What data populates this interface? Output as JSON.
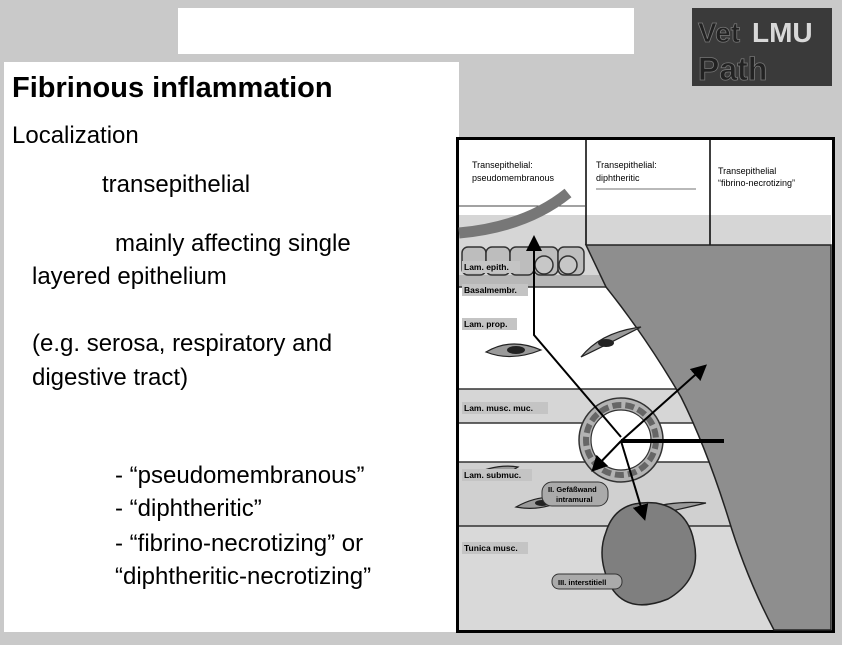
{
  "slide": {
    "title": "Fibrinous inflammation",
    "subtitle": "Localization",
    "line1": "transepithelial",
    "line2a": "mainly affecting single",
    "line2b": "layered epithelium",
    "line3a": "(e.g. serosa, respiratory and",
    "line3b": "digestive tract)",
    "bullets": [
      "- “pseudomembranous”",
      "- “diphtheritic”",
      "- “fibrino-necrotizing” or"
    ],
    "bullet_cont": "“diphtheritic-necrotizing”"
  },
  "logo": {
    "part1": "Vet",
    "part2": "LMU",
    "part3": "Path"
  },
  "diagram": {
    "headers": [
      [
        "Transepithelial:",
        "pseudomembranous"
      ],
      [
        "Transepithelial:",
        "diphtheritic"
      ],
      [
        "Transepithelial",
        "“fibrino-necrotizing”"
      ]
    ],
    "layers": [
      "Lam. epith.",
      "Basalmembr.",
      "Lam. prop.",
      "Lam. musc. muc.",
      "Lam. submuc.",
      "Tunica musc."
    ],
    "vessel_label": [
      "II. Gefäßwand",
      "intramural"
    ],
    "interstitial_label": "III. interstitiell"
  }
}
